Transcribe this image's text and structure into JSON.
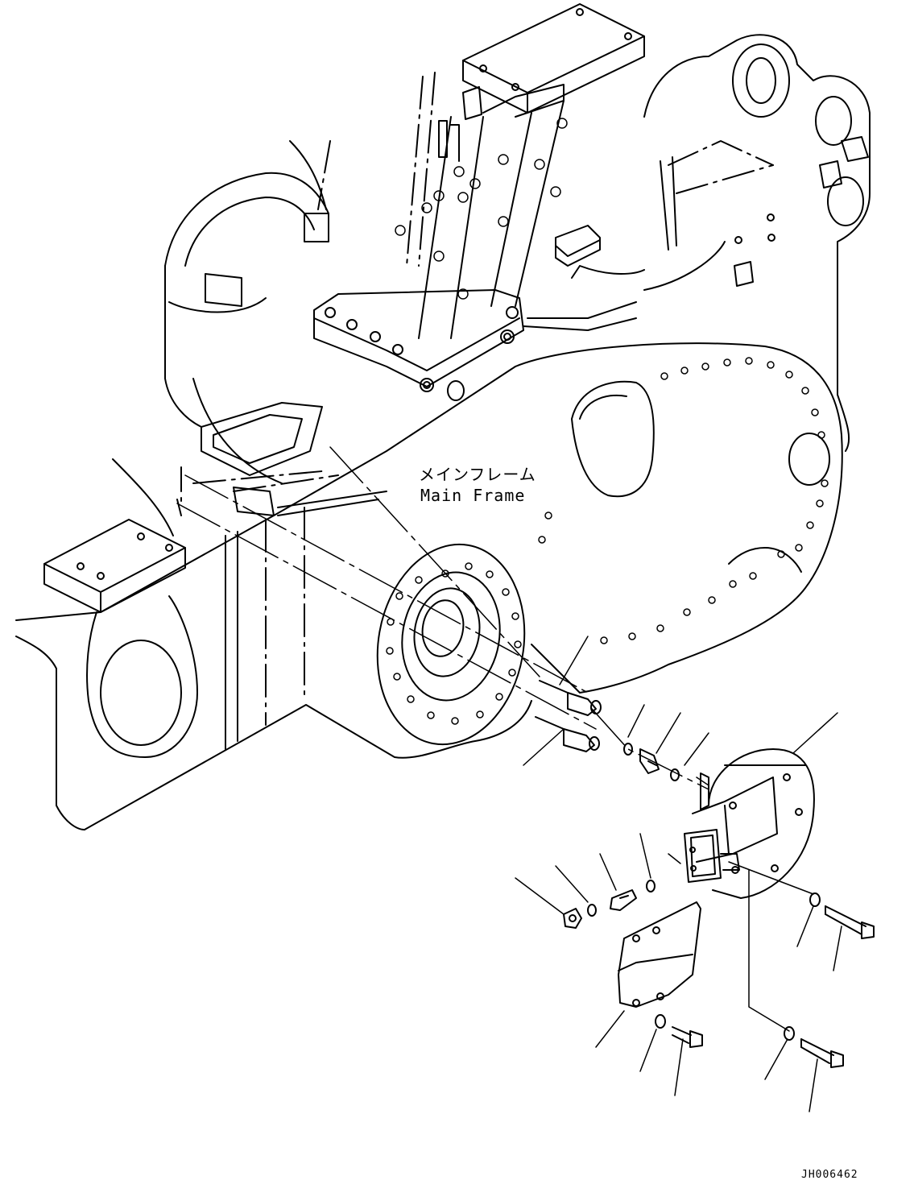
{
  "labels": {
    "main_frame_jp": "メインフレーム",
    "main_frame_en": "Main Frame",
    "drawing_code": "JH006462"
  },
  "colors": {
    "line": "#000000",
    "background": "#ffffff"
  }
}
